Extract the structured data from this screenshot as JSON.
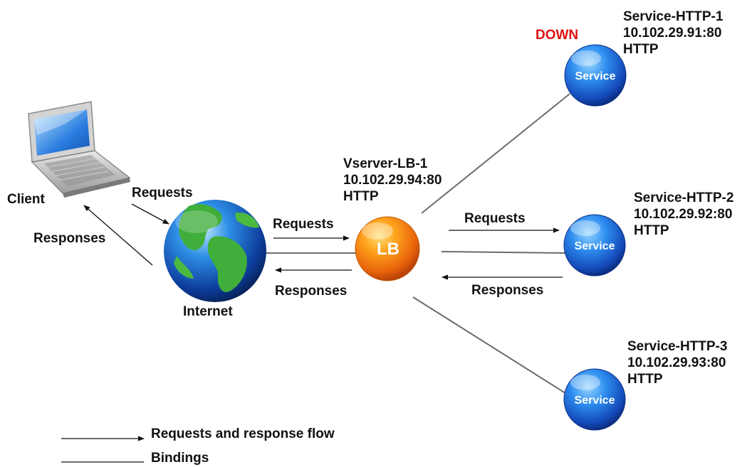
{
  "client": {
    "label": "Client",
    "requests": "Requests",
    "responses": "Responses"
  },
  "internet": {
    "label": "Internet"
  },
  "lb": {
    "badge": "LB",
    "name": "Vserver-LB-1",
    "address": "10.102.29.94:80",
    "protocol": "HTTP",
    "in_requests": "Requests",
    "out_responses": "Responses"
  },
  "services": [
    {
      "name": "Service-HTTP-1",
      "address": "10.102.29.91:80",
      "protocol": "HTTP",
      "badge": "Service",
      "status": "DOWN"
    },
    {
      "name": "Service-HTTP-2",
      "address": "10.102.29.92:80",
      "protocol": "HTTP",
      "badge": "Service",
      "requests": "Requests",
      "responses": "Responses"
    },
    {
      "name": "Service-HTTP-3",
      "address": "10.102.29.93:80",
      "protocol": "HTTP",
      "badge": "Service"
    }
  ],
  "legend": {
    "flow": "Requests and response flow",
    "bindings": "Bindings"
  },
  "colors": {
    "line": "#6b6b6b",
    "status_down": "#e01010",
    "lb_orange": "#f07a0a",
    "service_blue": "#1a5fd6"
  }
}
